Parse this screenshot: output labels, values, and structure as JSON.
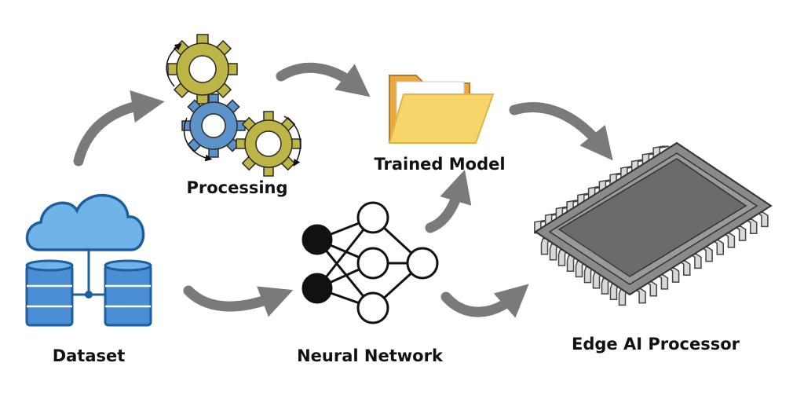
{
  "nodes": {
    "dataset": "Dataset",
    "processing": "Processing",
    "trained_model": "Trained Model",
    "neural_network": "Neural Network",
    "edge_processor": "Edge AI Processor"
  },
  "colors": {
    "arrow": "#7a7a7a",
    "gear_olive": "#bdb546",
    "gear_blue": "#5b92c8",
    "cloud_blue": "#6fb4e8",
    "database_blue": "#4a8ed6",
    "outline_blue": "#1f5e9e",
    "folder_yellow": "#f6d66a",
    "folder_back": "#e8a940",
    "chip_body": "#6b6b6b",
    "chip_frame": "#8a8a8a",
    "chip_pin": "#d9d9d9"
  },
  "icons": [
    "cloud-icon",
    "database-icon",
    "gear-icon",
    "folder-icon",
    "neural-network-icon",
    "chip-icon",
    "arrow-icon"
  ]
}
